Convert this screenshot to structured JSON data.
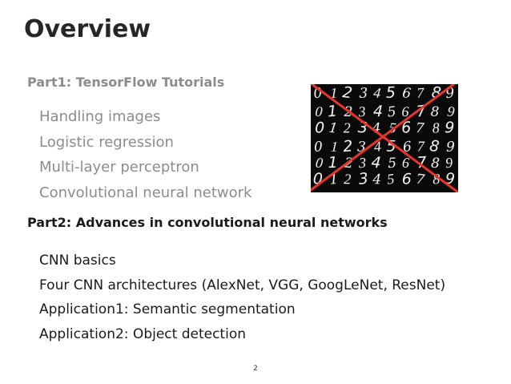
{
  "slide": {
    "title": "Overview",
    "part1": {
      "heading": "Part1: TensorFlow Tutorials",
      "items": [
        "Handling images",
        "Logistic regression",
        "Multi-layer perceptron",
        "Convolutional neural network"
      ]
    },
    "part2": {
      "heading": "Part2: Advances in convolutional neural networks",
      "items": [
        "CNN basics",
        "Four CNN architectures (AlexNet, VGG, GoogLeNet, ResNet)",
        "Application1: Semantic segmentation",
        "Application2: Object detection"
      ]
    },
    "image": {
      "digit_rows": [
        "0123456789",
        "0123456789",
        "0123456789",
        "0123456789",
        "0123456789",
        "0123456789"
      ],
      "cross_color": "#e8342a"
    },
    "page_number": "2"
  }
}
